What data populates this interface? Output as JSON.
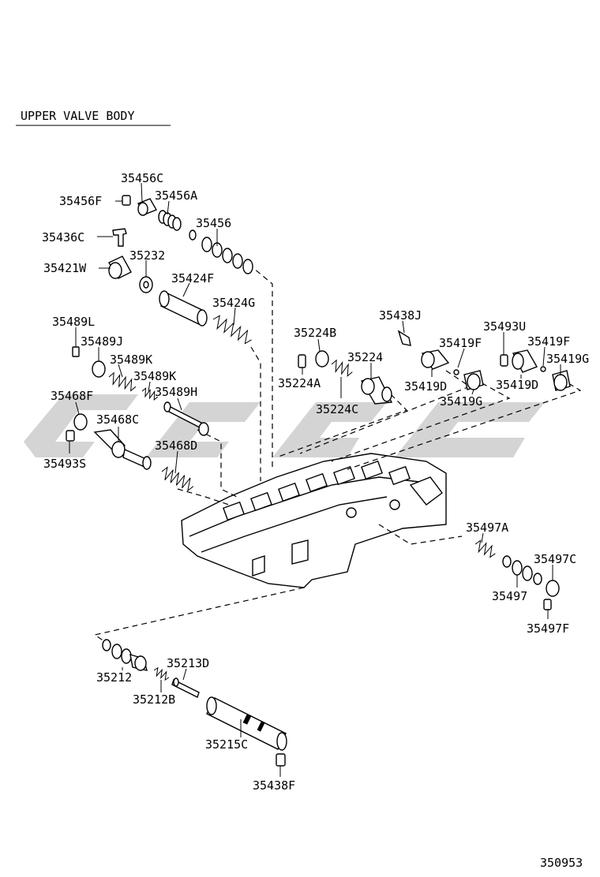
{
  "title": "UPPER VALVE BODY",
  "diagram_number": "350953",
  "watermark": "",
  "colors": {
    "ink": "#000000",
    "watermark": "#d4d4d4",
    "background": "#ffffff"
  },
  "labels": {
    "p35456C": "35456C",
    "p35456F": "35456F",
    "p35456A": "35456A",
    "p35456": "35456",
    "p35436C": "35436C",
    "p35421W": "35421W",
    "p35232": "35232",
    "p35424F": "35424F",
    "p35424G": "35424G",
    "p35489L": "35489L",
    "p35489J": "35489J",
    "p35489K1": "35489K",
    "p35489K2": "35489K",
    "p35489H": "35489H",
    "p35468F": "35468F",
    "p35468C": "35468C",
    "p35468D": "35468D",
    "p35493S": "35493S",
    "p35224B": "35224B",
    "p35224": "35224",
    "p35224A": "35224A",
    "p35224C": "35224C",
    "p35438J": "35438J",
    "p35419F1": "35419F",
    "p35419D1": "35419D",
    "p35419G1": "35419G",
    "p35493U": "35493U",
    "p35419F2": "35419F",
    "p35419G2": "35419G",
    "p35419D2": "35419D",
    "p35497A": "35497A",
    "p35497C": "35497C",
    "p35497": "35497",
    "p35497F": "35497F",
    "p35213D": "35213D",
    "p35212": "35212",
    "p35212B": "35212B",
    "p35215C": "35215C",
    "p35438F": "35438F"
  }
}
